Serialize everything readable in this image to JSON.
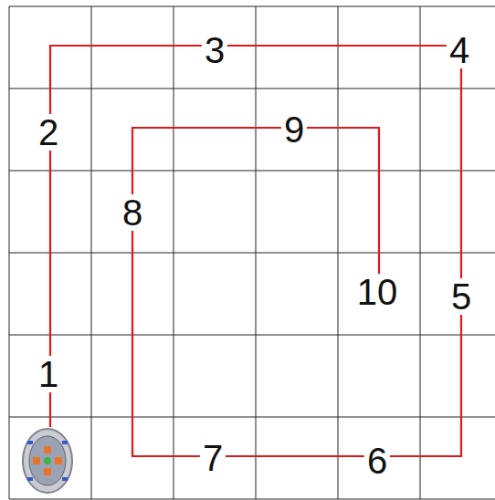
{
  "diagram": {
    "labels": [
      "3",
      "4",
      "2",
      "9",
      "8",
      "10",
      "5",
      "1",
      "7",
      "6"
    ]
  }
}
